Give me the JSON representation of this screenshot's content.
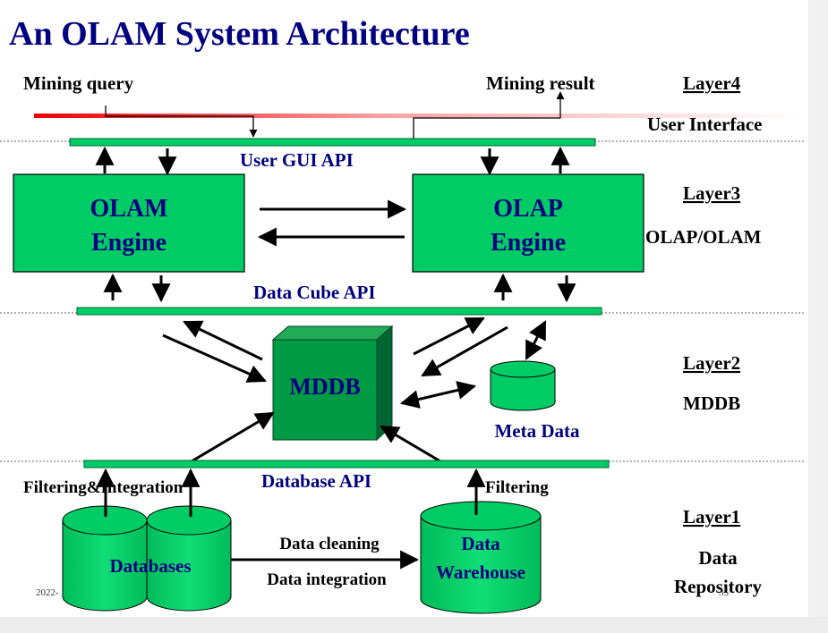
{
  "title": "An OLAM System Architecture",
  "top": {
    "mining_query": "Mining query",
    "mining_result": "Mining result"
  },
  "apis": {
    "user_gui": "User GUI API",
    "data_cube": "Data Cube API",
    "database": "Database API"
  },
  "engines": {
    "olam": {
      "line1": "OLAM",
      "line2": "Engine"
    },
    "olap": {
      "line1": "OLAP",
      "line2": "Engine"
    }
  },
  "mddb": "MDDB",
  "meta_data": "Meta Data",
  "repository": {
    "filtering_integration": "Filtering&Integration",
    "filtering": "Filtering",
    "databases": "Databases",
    "data_cleaning": "Data cleaning",
    "data_integration": "Data integration",
    "dw_line1": "Data",
    "dw_line2": "Warehouse"
  },
  "layers": {
    "layer4": {
      "name": "Layer4",
      "desc": "User Interface"
    },
    "layer3": {
      "name": "Layer3",
      "desc": "OLAP/OLAM"
    },
    "layer2": {
      "name": "Layer2",
      "desc": "MDDB"
    },
    "layer1": {
      "name": "Layer1",
      "desc1": "Data",
      "desc2": "Repository"
    }
  },
  "footer": {
    "date": "2022-",
    "page": "35"
  },
  "colors": {
    "green": "#00cc66",
    "dark_green": "#009944",
    "navy": "#000080",
    "red": "#ee0000",
    "black": "#000000"
  }
}
